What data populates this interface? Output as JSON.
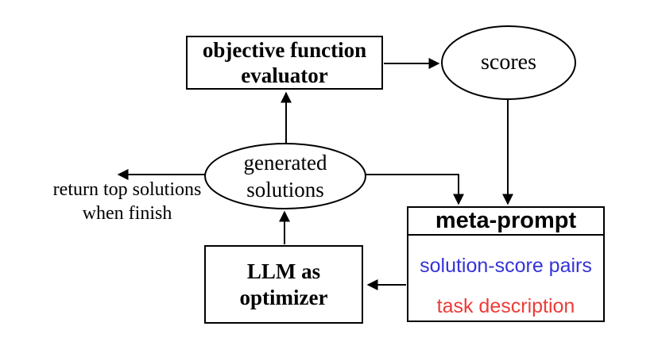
{
  "diagram": {
    "evaluator": {
      "line1": "objective function",
      "line2": "evaluator"
    },
    "scores": {
      "label": "scores"
    },
    "generated_solutions": {
      "line1": "generated",
      "line2": "solutions"
    },
    "llm_optimizer": {
      "line1": "LLM as",
      "line2": "optimizer"
    },
    "meta_prompt": {
      "title": "meta-prompt",
      "solution_score_pairs": "solution-score pairs",
      "task_description": "task description"
    },
    "return_note": {
      "line1": "return top solutions",
      "line2": "when finish"
    }
  },
  "colors": {
    "solution_score_pairs": "#3533d8",
    "task_description": "#ee3b37",
    "line": "#000000",
    "background": "#ffffff"
  }
}
